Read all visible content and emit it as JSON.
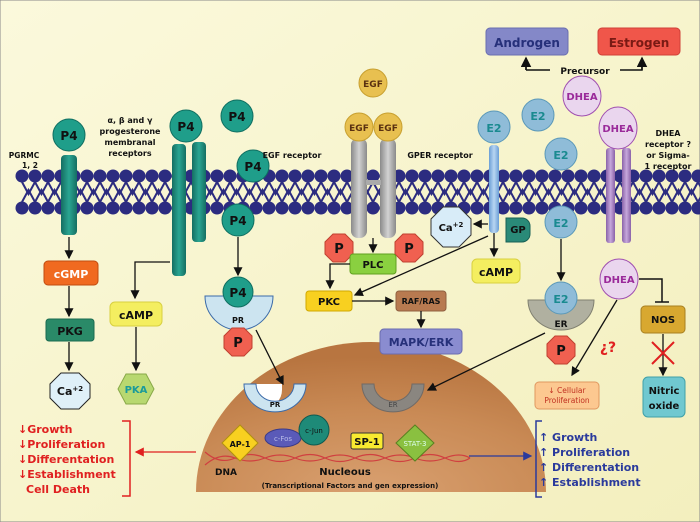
{
  "precursor": {
    "androgen": "Androgen",
    "estrogen": "Estrogen",
    "label": "Precursor"
  },
  "ligands": {
    "p4": "P4",
    "egf": "EGF",
    "e2": "E2",
    "dhea": "DHEA"
  },
  "receptors": {
    "pgrmc": [
      "PGRMC",
      "1, 2"
    ],
    "membrane_pr": [
      "α, β and γ",
      "progesterone",
      "membranal",
      "receptors"
    ],
    "egfr": "EGF receptor",
    "gper": "GPER receptor",
    "dhea_r": [
      "DHEA",
      "receptor ?",
      "or Sigma-",
      "1 receptor"
    ],
    "gp": "GP",
    "pr": "PR",
    "er": "ER"
  },
  "molecules": {
    "p": "P",
    "ca": "Ca",
    "ca_sup": "+2",
    "cgmp": "cGMP",
    "pkg": "PKG",
    "camp": "cAMP",
    "pka": "PKA",
    "plc": "PLC",
    "pkc": "PKC",
    "rafras": "RAF/RAS",
    "mapk": "MAPK/ERK",
    "nos": "NOS",
    "no": [
      "Nitric",
      "oxide"
    ],
    "question": "¿?",
    "cell_prolif": [
      "↓ Cellular",
      "Proliferation"
    ]
  },
  "nucleus": {
    "label": "Nucleous",
    "sub": "(Transcriptional Factors and gen expression)",
    "dna": "DNA",
    "ap1": "AP-1",
    "cfos": "c-Fos",
    "cjun": "c-Jun",
    "sp1": "SP-1",
    "stat3": "STAT-3"
  },
  "effects_down": [
    "↓Growth",
    "↓Proliferation",
    "↓Differentation",
    "↓Establishment",
    "Cell Death"
  ],
  "effects_up": [
    "↑ Growth",
    "↑ Proliferation",
    "↑ Differentation",
    "↑ Establishment"
  ],
  "colors": {
    "bg": "#f7f4cc",
    "p4": "#1f9e8a",
    "membrane": "#2c2c80",
    "down": "#e02020",
    "up": "#2a3a9c"
  }
}
